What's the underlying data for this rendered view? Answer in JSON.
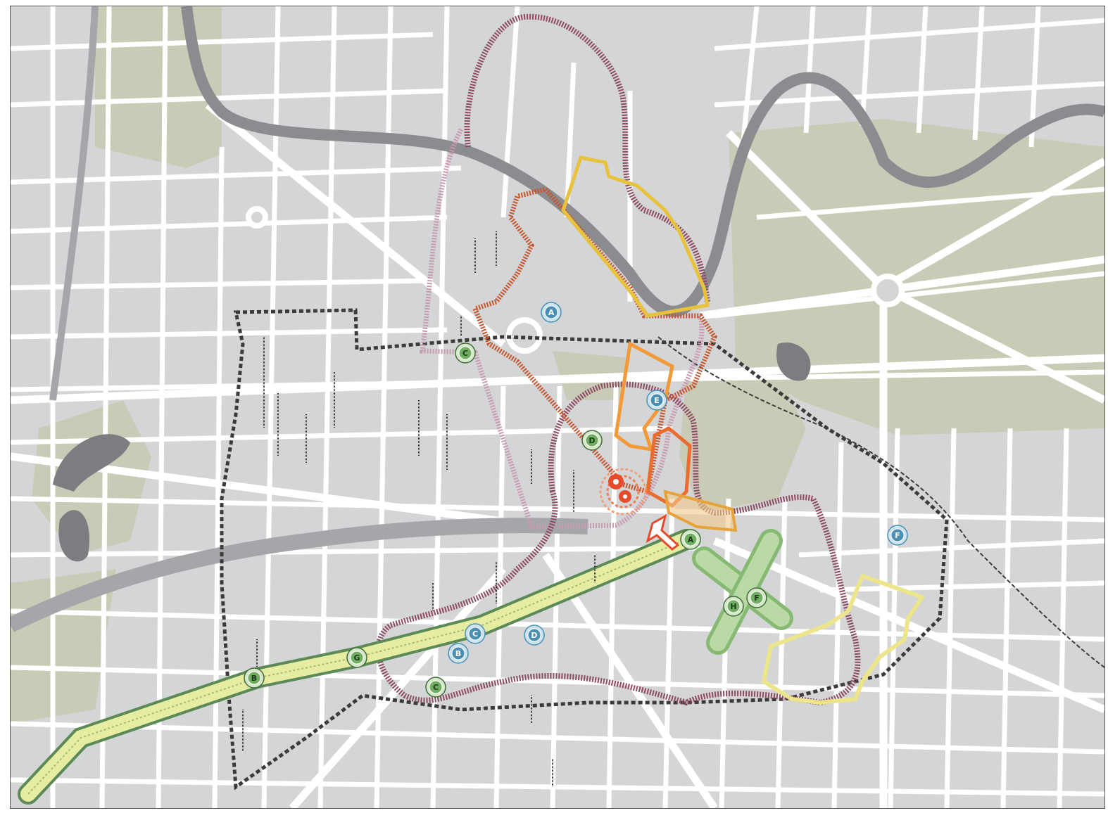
{
  "colors": {
    "background": "#ffffff",
    "block": "#d4d5d7",
    "street": "#ffffff",
    "park": "#c9cbb6",
    "river": "#8b8c8f",
    "rail": "#a4a6a9",
    "boundary_dash": "#3b3b3b",
    "route_maroon": "#8d4a62",
    "route_pink": "#c99bb0",
    "route_rust": "#c4552e",
    "zone_yellow": "#e7c23a",
    "zone_pale_yellow": "#ece58c",
    "zone_orange": "#f29a38",
    "zone_orange_red": "#ea6d2e",
    "corridor_lime": "#e6eca2",
    "corridor_green": "#86ba73",
    "marker_green": "#6fae60",
    "marker_blue": "#4a8fb3",
    "hotspot_red": "#e64b2a"
  },
  "map": {
    "markers": [
      {
        "id": "m-blue-A",
        "letter": "A",
        "kind": "blue"
      },
      {
        "id": "m-blue-B",
        "letter": "B",
        "kind": "blue"
      },
      {
        "id": "m-blue-C",
        "letter": "C",
        "kind": "blue"
      },
      {
        "id": "m-blue-D",
        "letter": "D",
        "kind": "blue"
      },
      {
        "id": "m-blue-E",
        "letter": "E",
        "kind": "blue"
      },
      {
        "id": "m-blue-F",
        "letter": "F",
        "kind": "blue"
      },
      {
        "id": "m-green-A",
        "letter": "A",
        "kind": "green"
      },
      {
        "id": "m-green-B",
        "letter": "B",
        "kind": "green"
      },
      {
        "id": "m-green-C-north",
        "letter": "C",
        "kind": "green"
      },
      {
        "id": "m-green-C-south",
        "letter": "C",
        "kind": "green"
      },
      {
        "id": "m-green-D",
        "letter": "D",
        "kind": "green"
      },
      {
        "id": "m-green-F",
        "letter": "F",
        "kind": "green"
      },
      {
        "id": "m-green-G",
        "letter": "G",
        "kind": "green"
      },
      {
        "id": "m-green-H",
        "letter": "H",
        "kind": "green"
      }
    ]
  }
}
